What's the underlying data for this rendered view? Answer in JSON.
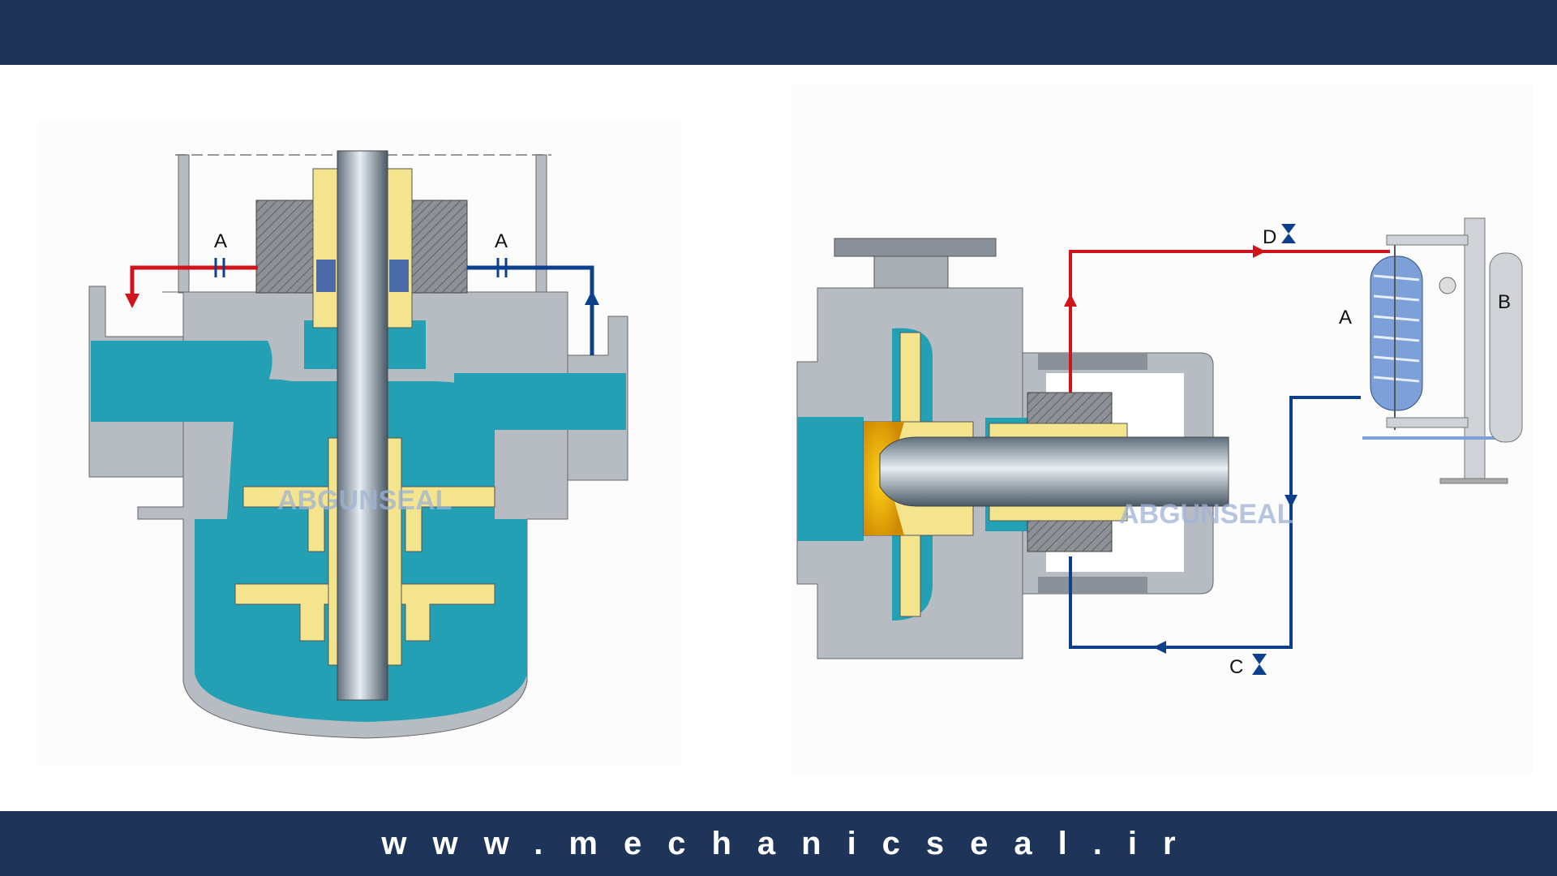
{
  "footer": {
    "url": "www.mechanicseal.ir"
  },
  "left_diagram": {
    "label_left": "A",
    "label_right": "A",
    "watermark": "ABGUNSEAL"
  },
  "right_diagram": {
    "label_valve_top": "D",
    "label_valve_bottom": "C",
    "label_cooler": "A",
    "label_vessel": "B",
    "watermark": "ABGUNSEAL"
  },
  "colors": {
    "header": "#1e3559",
    "hot_line": "#d0141c",
    "cool_line": "#0c3f8c",
    "fluid": "#23a0b4",
    "casing": "#b7bcc3",
    "impeller": "#f4e48e",
    "coil": "#7da0d8"
  }
}
